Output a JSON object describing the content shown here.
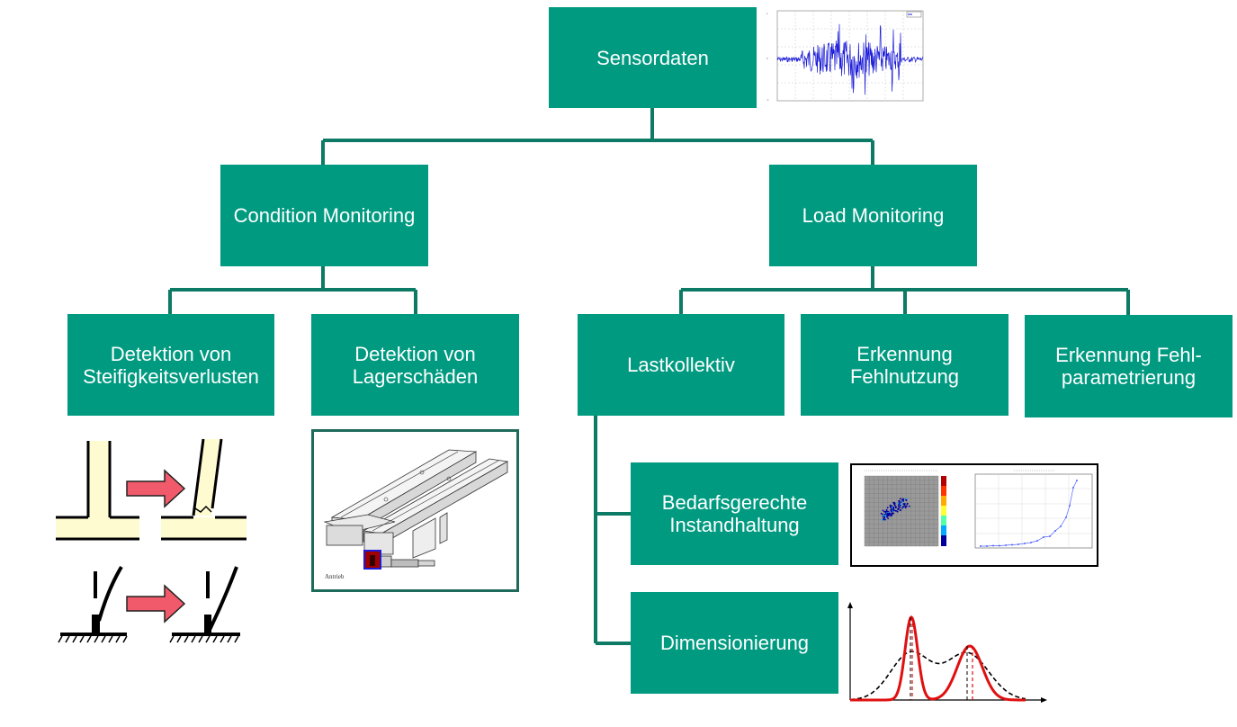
{
  "colors": {
    "box_fill": "#009a80",
    "connector": "#0c7a64",
    "frame": "#1f6b5b",
    "signal": "#1b1bd8",
    "pdf_red": "#e01010",
    "arrow_pink": "#f05a6a",
    "beam_fill": "#fffbd0"
  },
  "nodes": {
    "sensordaten": "Sensordaten",
    "condition_monitoring": "Condition Monitoring",
    "load_monitoring": "Load Monitoring",
    "steifigkeit": "Detektion von\nSteifigkeitsverlusten",
    "lagerschaeden": "Detektion von\nLagerschäden",
    "lastkollektiv": "Lastkollektiv",
    "fehlnutzung": "Erkennung\nFehlnutzung",
    "fehlparametrierung": "Erkennung Fehl-\nparametrierung",
    "instandhaltung": "Bedarfsgerechte\nInstandhaltung",
    "dimensionierung": "Dimensionierung"
  },
  "illustrations": {
    "sensor_plot": "sensor-signal-plot",
    "stiffness_loss": "stiffness-loss-sketch",
    "bearing_cad": "linear-axis-cad",
    "bearing_cad_label": "Antrieb",
    "maintenance_plots": "rainflow-and-trend-plots",
    "distribution_plot": "load-strength-distributions"
  }
}
